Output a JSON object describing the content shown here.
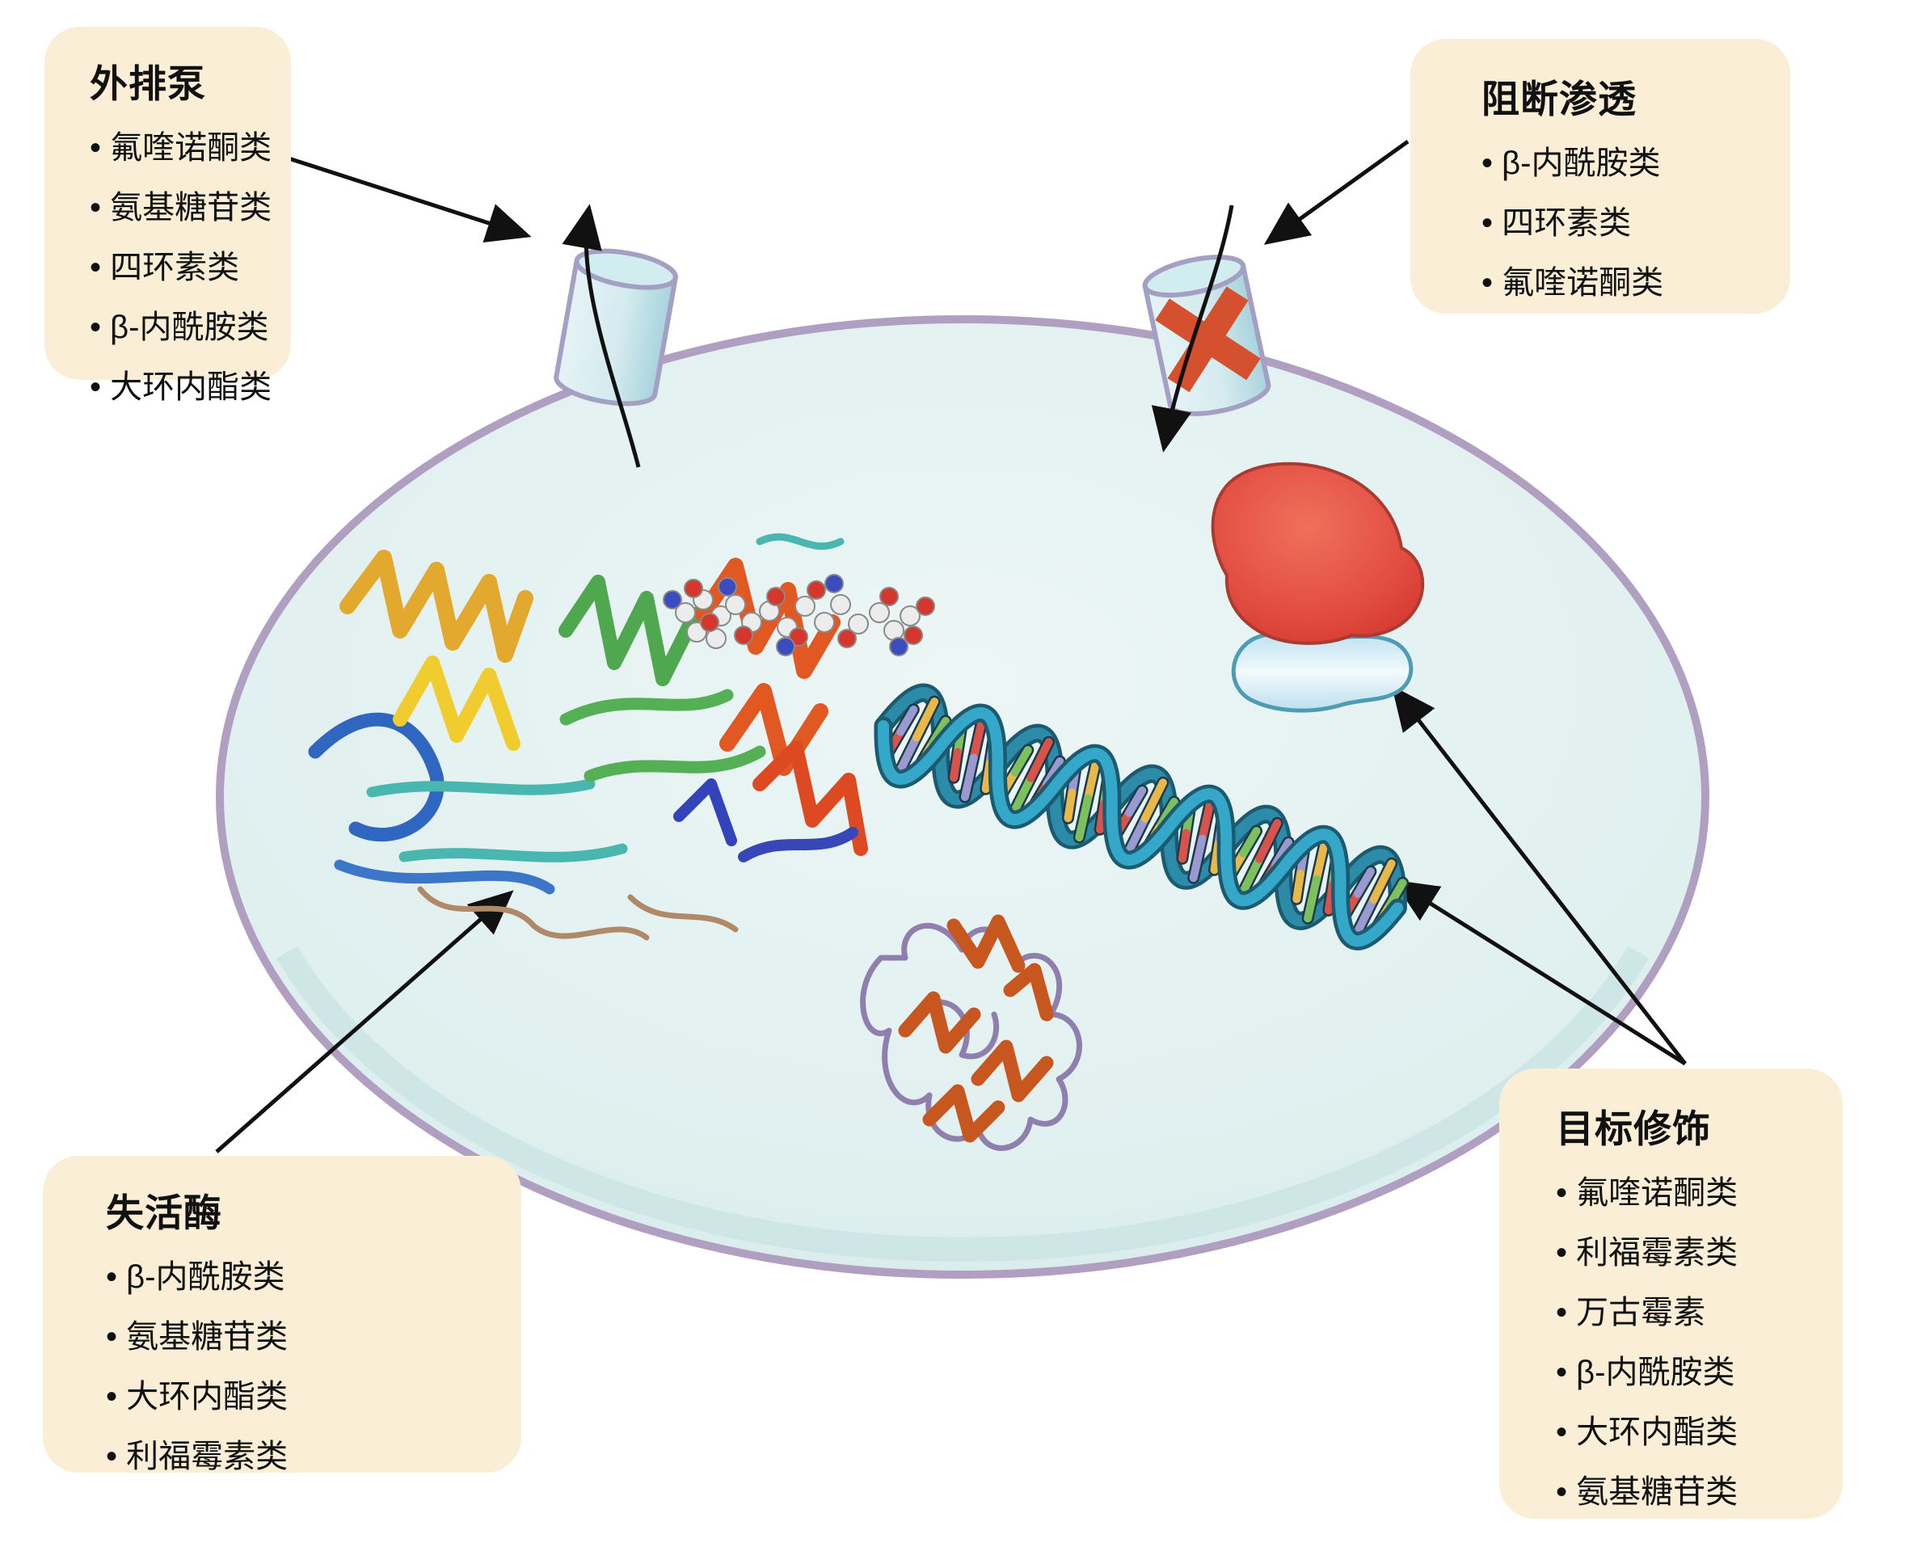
{
  "mechanisms": {
    "efflux_pump": {
      "title": "外排泵",
      "items": [
        "氟喹诺酮类",
        "氨基糖苷类",
        "四环素类",
        "β-内酰胺类",
        "大环内酯类"
      ]
    },
    "block_permeation": {
      "title": "阻断渗透",
      "items": [
        "β-内酰胺类",
        "四环素类",
        "氟喹诺酮类"
      ]
    },
    "inactivating_enzyme": {
      "title": "失活酶",
      "items": [
        "β-内酰胺类",
        "氨基糖苷类",
        "大环内酯类",
        "利福霉素类"
      ]
    },
    "target_modification": {
      "title": "目标修饰",
      "items": [
        "氟喹诺酮类",
        "利福霉素类",
        "万古霉素",
        "β-内酰胺类",
        "大环内酯类",
        "氨基糖苷类"
      ]
    }
  },
  "graphics": {
    "cell": "bacterial-cell",
    "efflux_channel": "efflux-pump-channel-icon",
    "blocked_channel": "blocked-porin-channel-icon",
    "x_mark": "blocked-x-icon",
    "dna": "dna-double-helix-icon",
    "ribosome": "ribosome-icon",
    "enzyme_protein": "inactivating-enzyme-ribbon-icon",
    "target_protein": "target-protein-ribbon-icon"
  },
  "colors": {
    "box_bg": "#FAEFD6",
    "membrane": "#B19FC2",
    "cell_fill": "#DFEFEE",
    "channel_fill": "#CFE7EC",
    "x_mark": "#D4502E",
    "arrow": "#111111",
    "dna_strand_front": "#35A7C8",
    "dna_strand_back": "#2B8BA8",
    "dna_rungs": [
      "#D9534B",
      "#9A9AD0",
      "#E8B84B",
      "#7CC15E"
    ],
    "ribosome_large": "#E14B3F",
    "ribosome_small": "#CFE9F4",
    "enzyme_gold": "#E3A92E",
    "enzyme_green": "#4FA84F",
    "enzyme_orange": "#E25822",
    "enzyme_blue": "#2E66C0",
    "target_orange": "#C8571F",
    "target_loop": "#8F7FAE"
  }
}
